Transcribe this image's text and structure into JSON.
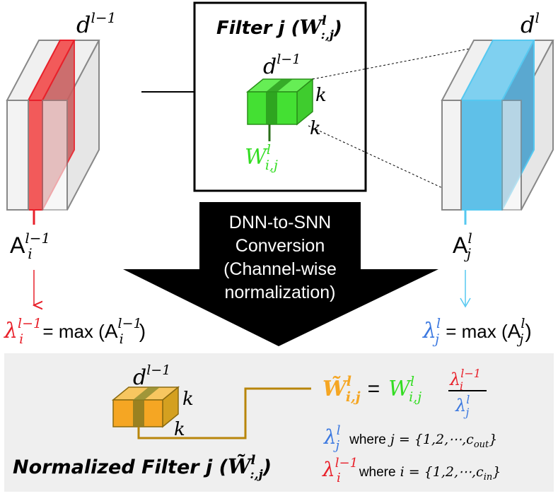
{
  "diagram": {
    "filter_box": {
      "title_prefix": "Filter j (",
      "title_w": "W",
      "title_sup": "l",
      "title_sub": ":,j",
      "title_suffix": ")",
      "depth_base": "d",
      "depth_sup": "l−1",
      "k_right": "k",
      "k_bottom": "k",
      "weight_base": "W",
      "weight_sup": "l",
      "weight_sub": "i,j"
    },
    "input_block": {
      "depth_base": "d",
      "depth_sup": "l−1",
      "act_base": "A",
      "act_sup": "l−1",
      "act_sub": "i"
    },
    "output_block": {
      "depth_base": "d",
      "depth_sup": "l",
      "act_base": "A",
      "act_sup": "l",
      "act_sub": "j"
    },
    "conversion_arrow": {
      "line1": "DNN-to-SNN",
      "line2": "Conversion",
      "line3": "(Channel-wise",
      "line4": "normalization)"
    },
    "lambda_left": {
      "base": "λ",
      "sup": "l−1",
      "sub": "i",
      "eq_text": " = max (",
      "a_base": "A",
      "a_sup": "l−1",
      "a_sub": "i",
      "close": ")"
    },
    "lambda_right": {
      "base": "λ",
      "sup": "l",
      "sub": "j",
      "eq_text": " = max (",
      "a_base": "A",
      "a_sup": "l",
      "a_sub": "j",
      "close": ")"
    },
    "normalized": {
      "depth_base": "d",
      "depth_sup": "l−1",
      "k_right": "k",
      "k_bottom": "k",
      "title_prefix": "Normalized Filter j (",
      "title_w": "W̃",
      "title_sup": "l",
      "title_sub": ":,j",
      "title_suffix": ")",
      "eq_lhs_base": "W̃",
      "eq_lhs_sup": "l",
      "eq_lhs_sub": "i,j",
      "eq_equals": "=",
      "eq_w_base": "W",
      "eq_w_sup": "l",
      "eq_w_sub": "i,j",
      "num_base": "λ",
      "num_sup": "l−1",
      "num_sub": "i",
      "den_base": "λ",
      "den_sup": "l",
      "den_sub": "j",
      "where1_base": "λ",
      "where1_sup": "l",
      "where1_sub": "j",
      "where1_text": "where",
      "where1_set": " j = {1,2,⋯,c",
      "where1_set_sub": "out",
      "where1_close": "}",
      "where2_base": "λ",
      "where2_sup": "l−1",
      "where2_sub": "i",
      "where2_text": "where",
      "where2_set": " i = {1,2,⋯,c",
      "where2_set_sub": "in",
      "where2_close": "}"
    },
    "colors": {
      "red": "#e8202a",
      "red_fill": "#f25a5a",
      "cyan": "#55c8f0",
      "cyan_fill": "#5fc0e8",
      "green": "#33dd22",
      "green_dark": "#2a8f1a",
      "orange": "#f5a623",
      "orange_dark": "#b8860b",
      "lambda_blue": "#3b78e0",
      "gray_panel": "#efefef"
    }
  }
}
